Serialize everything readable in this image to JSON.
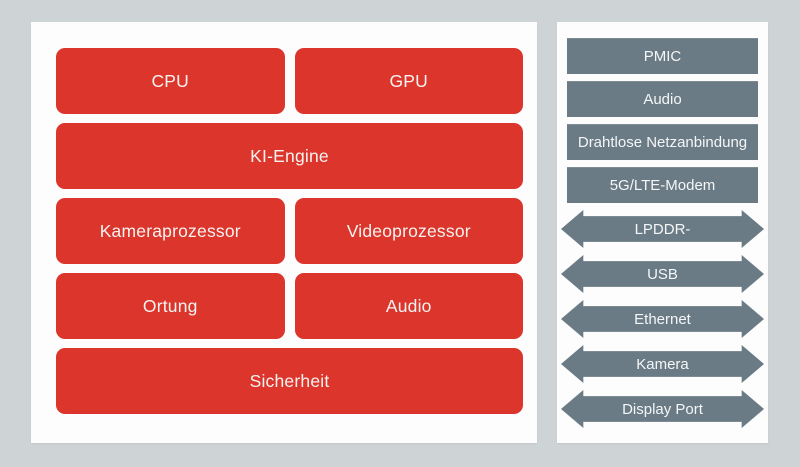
{
  "colors": {
    "background": "#ced4d6",
    "panel": "#fdfdfd",
    "block_red": "#db352c",
    "block_slate": "#6a7b85",
    "text_on_red": "#f6f3f1",
    "text_on_slate": "#f4f6f7"
  },
  "soc": {
    "rows": [
      {
        "blocks": [
          "CPU",
          "GPU"
        ]
      },
      {
        "blocks": [
          "KI-Engine"
        ]
      },
      {
        "blocks": [
          "Kameraprozessor",
          "Videoprozessor"
        ]
      },
      {
        "blocks": [
          "Ortung",
          "Audio"
        ]
      },
      {
        "blocks": [
          "Sicherheit"
        ]
      }
    ]
  },
  "io": {
    "blocks": [
      "PMIC",
      "Audio",
      "Drahtlose Netzanbindung",
      "5G/LTE-Modem"
    ],
    "arrows": [
      "LPDDR-",
      "USB",
      "Ethernet",
      "Kamera",
      "Display Port"
    ]
  }
}
